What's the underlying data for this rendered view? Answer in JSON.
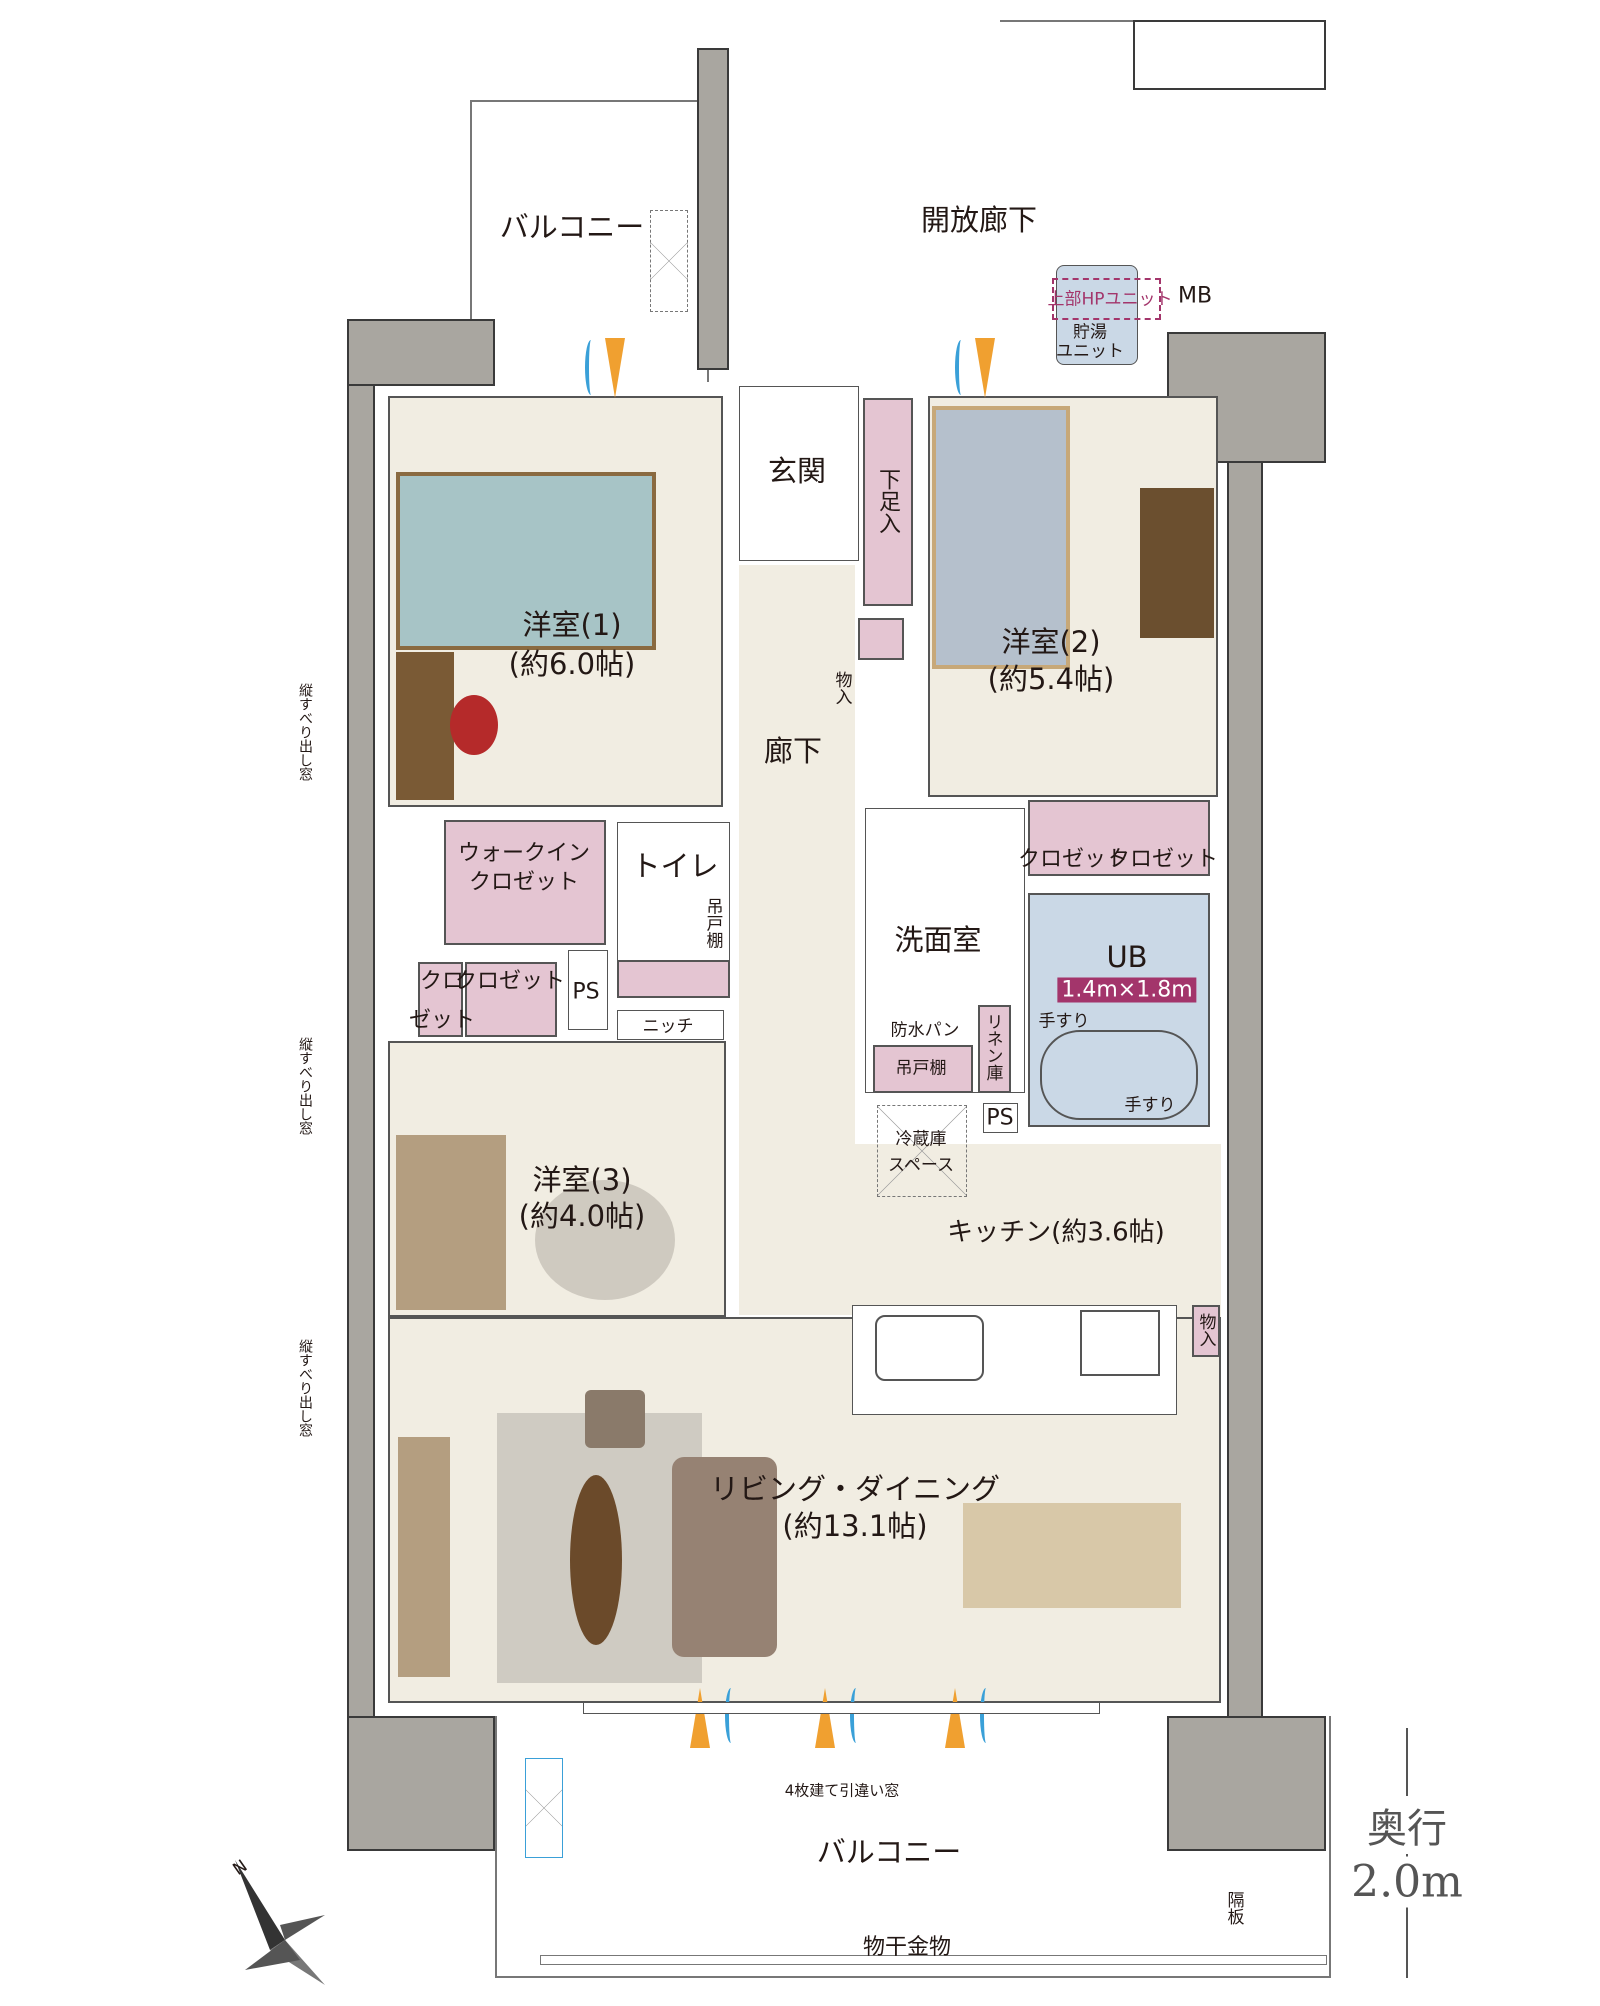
{
  "labels": {
    "balcony_top": "バルコニー",
    "open_corridor": "開放廊下",
    "hp_unit": "上部HPユニット",
    "mb": "MB",
    "storage_unit_1": "貯湯",
    "storage_unit_2": "ユニット",
    "entrance": "玄関",
    "shoe_storage": "下足入",
    "room1_name": "洋室(1)",
    "room1_size": "(約6.0帖)",
    "room2_name": "洋室(2)",
    "room2_size": "(約5.4帖)",
    "storage_hall": "物入",
    "corridor": "廊下",
    "wic_1": "ウォークイン",
    "wic_2": "クロゼット",
    "toilet": "トイレ",
    "hanging_shelf_toilet": "吊戸棚",
    "washroom": "洗面室",
    "ub": "UB",
    "ub_size": "1.4m×1.8m",
    "closet_r2_a": "クロゼット",
    "closet_r2_b": "クロゼット",
    "closet_r3_a1": "クロ",
    "closet_r3_a2": "ゼット",
    "closet_r3_b": "クロゼット",
    "ps_1": "PS",
    "niche": "ニッチ",
    "waterproof_pan": "防水パン",
    "hanging_shelf_wash": "吊戸棚",
    "linen": "リネン庫",
    "handrail_1": "手すり",
    "handrail_2": "手すり",
    "ps_2": "PS",
    "fridge_1": "冷蔵庫",
    "fridge_2": "スペース",
    "room3_name": "洋室(3)",
    "room3_size": "(約4.0帖)",
    "kitchen": "キッチン(約3.6帖)",
    "storage_kitchen": "物入",
    "ld_name": "リビング・ダイニング",
    "ld_size": "(約13.1帖)",
    "sliding_window": "4枚建て引違い窓",
    "balcony_bottom": "バルコニー",
    "clothes_hanger": "物干金物",
    "partition": "隔板",
    "depth_label": "奥行",
    "depth_value": "2.0m",
    "window_1": "縦すべり出し窓",
    "window_2": "縦すべり出し窓",
    "window_3": "縦すべり出し窓",
    "compass_n": "N"
  },
  "colors": {
    "wall": "#a9a6a0",
    "floor": "#f1ede2",
    "bath": "#cad8e6",
    "closet": "#e4c5d2",
    "accent": "#a3356b"
  }
}
